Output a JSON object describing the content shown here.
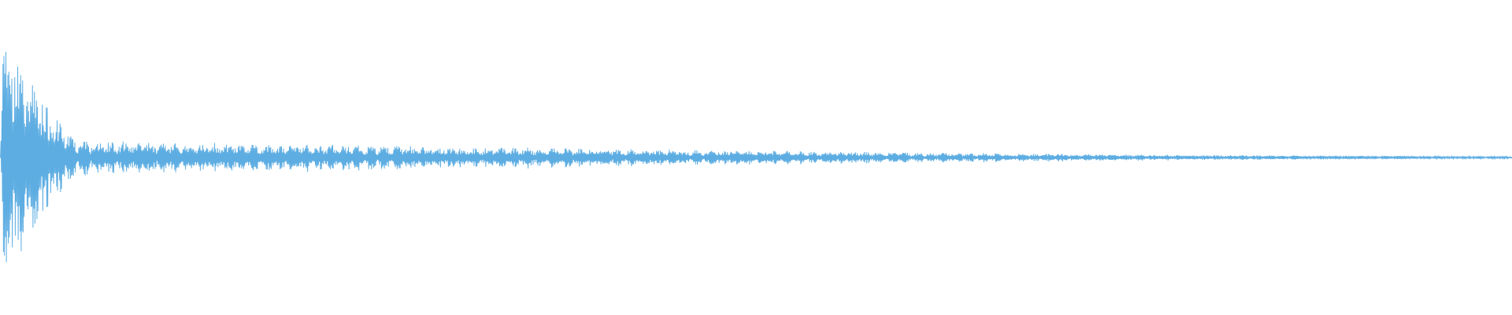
{
  "waveform": {
    "color": "#5DADE2",
    "background": "#FFFFFF",
    "envelope": {
      "peak_amplitude": 0.96,
      "attack_fraction": 0.002,
      "loud_segment_end_fraction": 0.05,
      "mid_level_amplitude": 0.11,
      "tail_end_amplitude": 0.008,
      "decay_exponent": 1.6
    },
    "sample_density": 0.8,
    "seed": 1337
  }
}
